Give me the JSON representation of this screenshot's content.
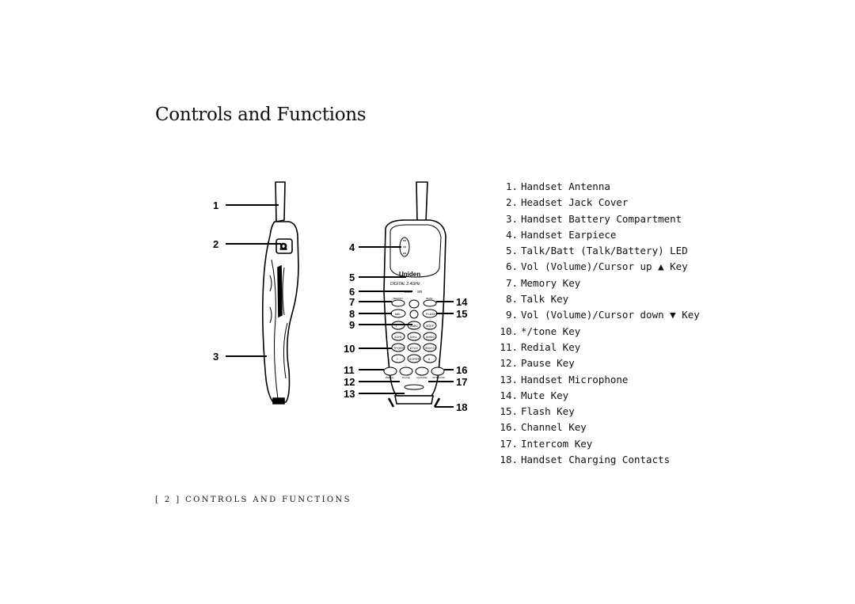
{
  "page": {
    "title": "Controls and Functions",
    "footer": "[ 2 ]  CONTROLS AND FUNCTIONS"
  },
  "figure": {
    "brand": "Uniden",
    "model_line1": "DIGITAL 2.4GHz",
    "model_line2": "DSS",
    "model_line3": "SR",
    "key_labels": {
      "memory": "MEMORY",
      "mute": "MUTE",
      "talk": "talk",
      "flash": "FLASH",
      "redial": "REDIAL",
      "pause": "PAUSE",
      "channel": "CHANNEL",
      "intercom": "INTERCOM"
    },
    "keypad": [
      [
        "1",
        "2ABC",
        "3DEF"
      ],
      [
        "4GHI",
        "5JKL",
        "6MNO"
      ],
      [
        "7PQRS",
        "8TUV",
        "9WXYZ"
      ],
      [
        "*",
        "0OPER",
        "#"
      ]
    ],
    "callouts": [
      "1",
      "2",
      "3",
      "4",
      "5",
      "6",
      "7",
      "8",
      "9",
      "10",
      "11",
      "12",
      "13",
      "14",
      "15",
      "16",
      "17",
      "18"
    ]
  },
  "legend": [
    {
      "num": "1.",
      "label": "Handset Antenna"
    },
    {
      "num": "2.",
      "label": "Headset Jack Cover"
    },
    {
      "num": "3.",
      "label": "Handset Battery Compartment"
    },
    {
      "num": "4.",
      "label": "Handset Earpiece"
    },
    {
      "num": "5.",
      "label": "Talk/Batt (Talk/Battery) LED"
    },
    {
      "num": "6.",
      "label": "Vol (Volume)/Cursor up ▲ Key"
    },
    {
      "num": "7.",
      "label": "Memory Key"
    },
    {
      "num": "8.",
      "label": "Talk Key"
    },
    {
      "num": "9.",
      "label": "Vol (Volume)/Cursor down ▼ Key"
    },
    {
      "num": "10.",
      "label": "*/tone Key"
    },
    {
      "num": "11.",
      "label": "Redial Key"
    },
    {
      "num": "12.",
      "label": "Pause Key"
    },
    {
      "num": "13.",
      "label": "Handset Microphone"
    },
    {
      "num": "14.",
      "label": "Mute Key"
    },
    {
      "num": "15.",
      "label": "Flash Key"
    },
    {
      "num": "16.",
      "label": "Channel Key"
    },
    {
      "num": "17.",
      "label": "Intercom Key"
    },
    {
      "num": "18.",
      "label": "Handset Charging Contacts"
    }
  ]
}
